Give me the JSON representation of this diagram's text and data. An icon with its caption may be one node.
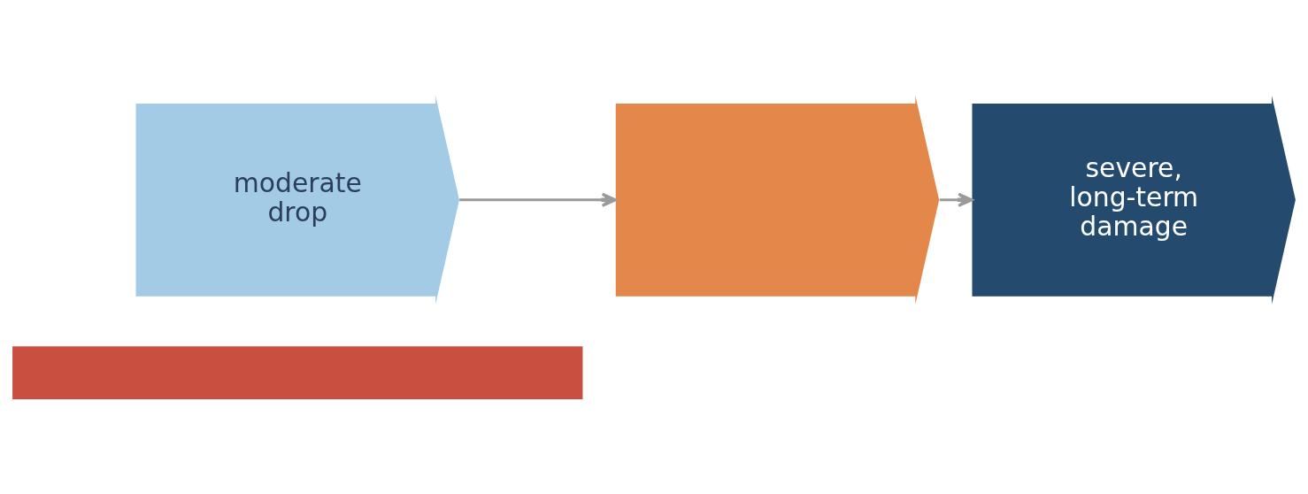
{
  "diagram": {
    "nodes": [
      {
        "text": [
          "moderate drop"
        ]
      },
      {
        "text": [],
        "shape": "arrow"
      },
      {
        "text": [
          "severe, long-term damage"
        ]
      },
      {
        "text": [],
        "shape": "bar"
      }
    ],
    "edges": [
      {
        "from": 0,
        "to": 1,
        "arrow": "to"
      },
      {
        "from": 1,
        "to": 2,
        "arrow": "to"
      }
    ]
  }
}
